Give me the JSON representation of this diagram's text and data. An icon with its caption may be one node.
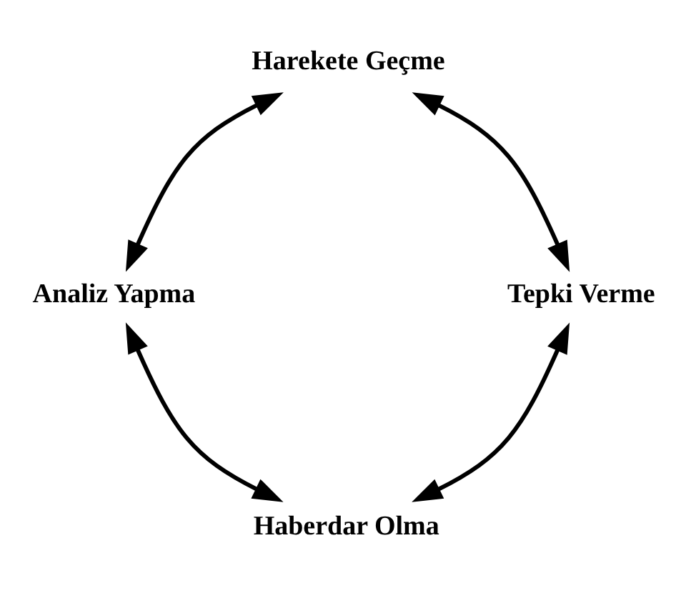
{
  "diagram": {
    "nodes": [
      {
        "text": [
          "Haberdar Olma"
        ]
      },
      {
        "text": [
          "Analiz Yapma"
        ]
      },
      {
        "text": [
          "Tepki Verme"
        ]
      },
      {
        "text": [
          "Harekete Geçme"
        ]
      }
    ],
    "edges": [
      {
        "from": 0,
        "to": 1,
        "arrow": "both"
      },
      {
        "from": 1,
        "to": 3,
        "arrow": "both"
      },
      {
        "from": 3,
        "to": 2,
        "arrow": "both"
      },
      {
        "from": 2,
        "to": 0,
        "arrow": "both"
      }
    ]
  }
}
